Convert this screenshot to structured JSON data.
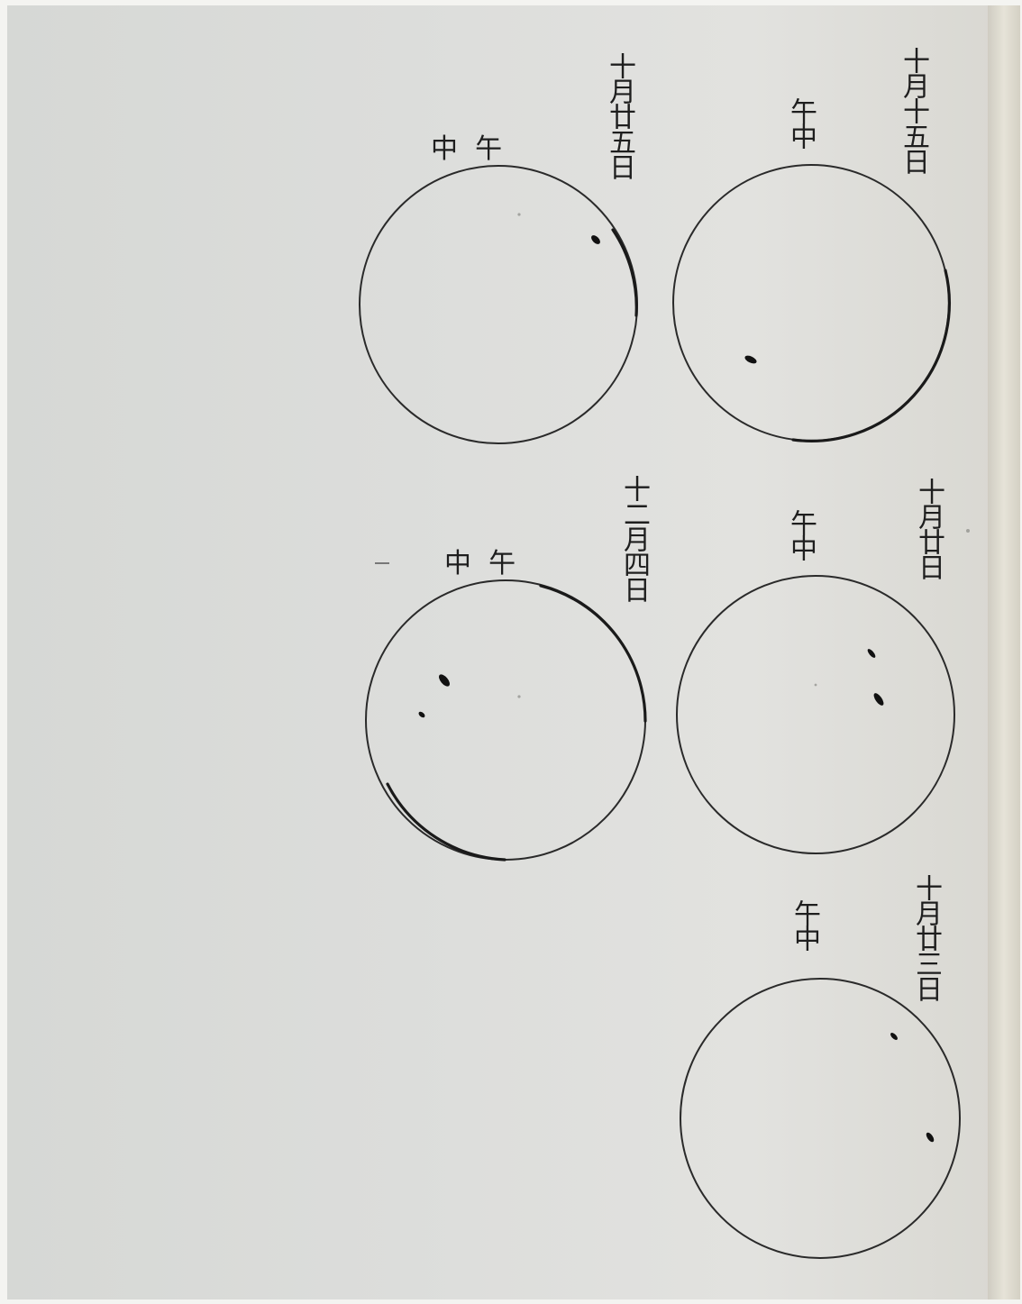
{
  "panels": [
    {
      "date": "十月十五日",
      "noon_label": "午中",
      "noon_style": "stacked",
      "spots": 1
    },
    {
      "date": "十月廿五日",
      "noon_label": "中  午",
      "noon_style": "inline",
      "spots": 1
    },
    {
      "date": "十月廿日",
      "noon_label": "午中",
      "noon_style": "stacked",
      "spots": 2
    },
    {
      "date": "十二月四日",
      "noon_label": "中  午",
      "noon_style": "inline",
      "spots": 2
    },
    {
      "date": "十月廿三日",
      "noon_label": "午中",
      "noon_style": "stacked",
      "spots": 2
    }
  ]
}
